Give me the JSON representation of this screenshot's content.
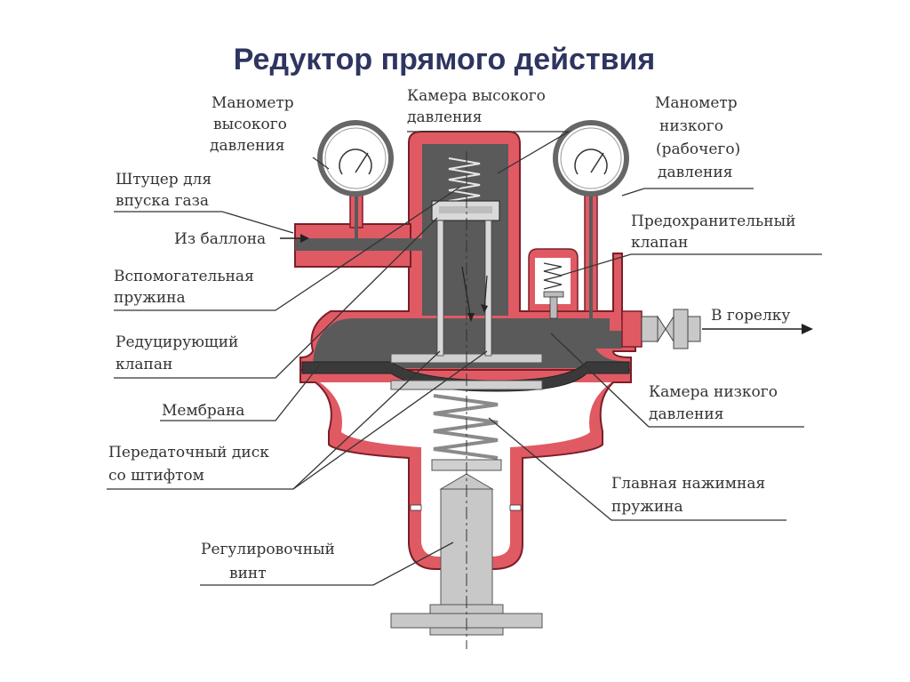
{
  "title": "Редуктор прямого действия",
  "labels": {
    "manometer_high": [
      "Манометр",
      "высокого",
      "давления"
    ],
    "chamber_high": [
      "Камера высокого",
      "давления"
    ],
    "manometer_low": [
      "Манометр",
      "низкого",
      "(рабочего)",
      "давления"
    ],
    "inlet_fitting": [
      "Штуцер для",
      "впуска газа"
    ],
    "from_cylinder": "Из баллона",
    "aux_spring": [
      "Вспомогательная",
      "пружина"
    ],
    "safety_valve": [
      "Предохранительный",
      "клапан"
    ],
    "to_burner": "В горелку",
    "reducing_valve": [
      "Редуцирующий",
      "клапан"
    ],
    "membrane": "Мембрана",
    "chamber_low": [
      "Камера низкого",
      "давления"
    ],
    "transfer_disc": [
      "Передаточный диск",
      "со штифтом"
    ],
    "main_spring": [
      "Главная нажимная",
      "пружина"
    ],
    "adjusting_screw": [
      "Регулировочный",
      "винт"
    ]
  },
  "colors": {
    "body": "#e05a64",
    "body_outline": "#7a1f28",
    "chamber": "#5a5a5a",
    "chamber_light": "#7a7a7a",
    "metal": "#c8c8c8",
    "metal_dark": "#8a8a8a",
    "title": "#2e3560"
  }
}
